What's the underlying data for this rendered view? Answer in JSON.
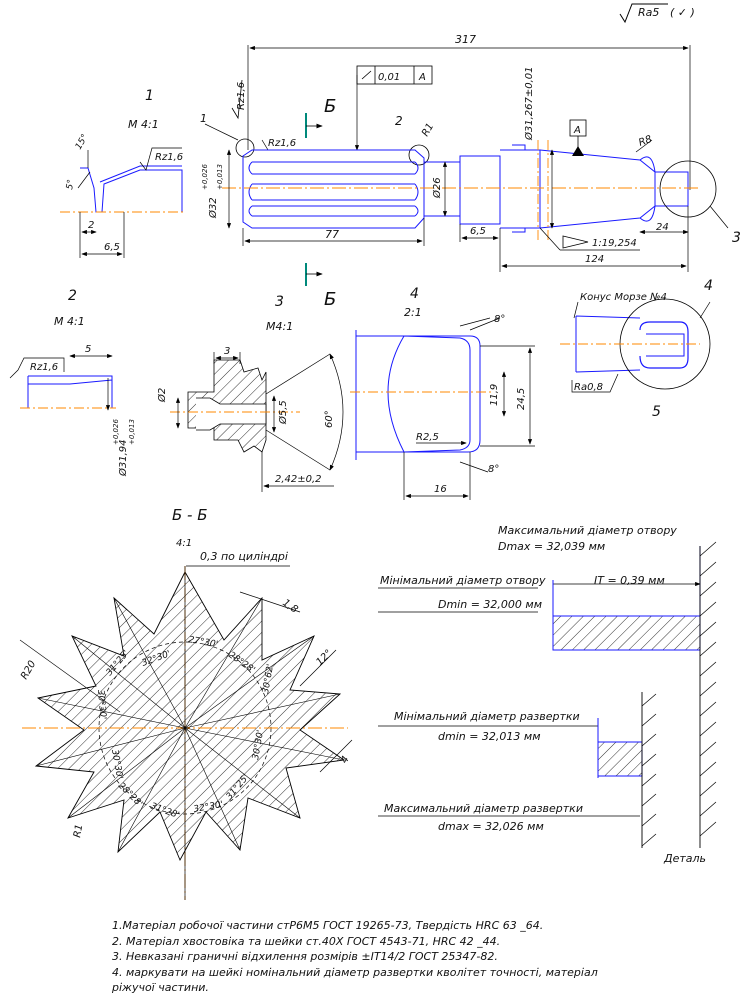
{
  "drawing": {
    "roughness": "Ra5",
    "roughness_note": "( ✓ )",
    "overall_length": "317",
    "flatness": "0,01",
    "datum_A": "A",
    "section_letter": "Б",
    "ra_main": "Rz1,6",
    "rz_spot": "Rz1,6",
    "radius_r1": "R1",
    "radius_r8": "R8",
    "shank_dia": "Ø31,267±0,01",
    "dia_main": "Ø32",
    "dia_main_tol_upper": "+0,026",
    "dia_main_tol_lower": "+0,013",
    "dia_neck": "Ø26",
    "working_length": "77",
    "neck_len": "6,5",
    "shank_len": "124",
    "tang_len": "24",
    "taper": "1:19,254",
    "callouts": [
      "1",
      "2",
      "3",
      "4",
      "5"
    ]
  },
  "details": {
    "d1": {
      "num": "1",
      "scale": "M 4:1",
      "angle15": "15°",
      "angle5": "5°",
      "dim2": "2",
      "dim65": "6,5",
      "rz": "Rz1,6"
    },
    "d2": {
      "num": "2",
      "scale": "M 4:1",
      "rz": "Rz1,6",
      "dim5": "5",
      "dia": "Ø31,94",
      "tol_u": "+0,026",
      "tol_l": "+0,013"
    },
    "d3": {
      "num": "3",
      "scale": "M4:1",
      "dim3": "3",
      "dia2": "Ø2",
      "dia55": "Ø5,5",
      "angle60": "60°",
      "dim242": "2,42±0,2"
    },
    "d4": {
      "num": "4",
      "scale": "2:1",
      "angle8a": "8°",
      "angle8b": "8°",
      "dim119": "11,9",
      "dim245": "24,5",
      "r25": "R2,5",
      "dim16": "16"
    },
    "d5": {
      "num4": "4",
      "num5": "5",
      "morse": "Конус Морзе №4",
      "ra": "Ra0,8"
    }
  },
  "section": {
    "title": "Б - Б",
    "scale": "4:1",
    "cyl": "0,3 по циліндрі",
    "r20": "R20",
    "r1": "R1",
    "d18": "1,8",
    "a12": "12°",
    "d4": "4",
    "angles": [
      "32°30'",
      "27°30'",
      "28°28'",
      "30°62'",
      "30°30'",
      "31°25'",
      "32°30'",
      "31°28'",
      "28°28'",
      "30°30'",
      "30°30'",
      "31°25'"
    ]
  },
  "tolerance": {
    "dmax_hole_label": "Максимальний діаметр отвору",
    "dmax_hole_value": "Dmax = 32,039 мм",
    "dmin_hole_label": "Мінімальний діаметр отвору",
    "dmin_hole_value": "Dmin = 32,000 мм",
    "it": "IT = 0,39 мм",
    "dmin_ream_label": "Мінімальний діаметр развертки",
    "dmin_ream_value": "dmin = 32,013 мм",
    "dmax_ream_label": "Максимальний діаметр развертки",
    "dmax_ream_value": "dmax = 32,026 мм",
    "part": "Деталь"
  },
  "notes": [
    "1.Матеріал робочої частини стР6М5 ГОСТ 19265-73, Твердість HRC 63 _64.",
    "2. Матеріал хвостовіка та шейки ст.40Х ГОСТ 4543-71, HRC 42 _44.",
    "3. Невказані граничні відхилення розмірів ±IT14/2 ГОСТ 25347-82.",
    "4. маркувати на шейкі номінальний діаметр развертки кволітет точності, матеріал",
    "ріжучої частини."
  ]
}
